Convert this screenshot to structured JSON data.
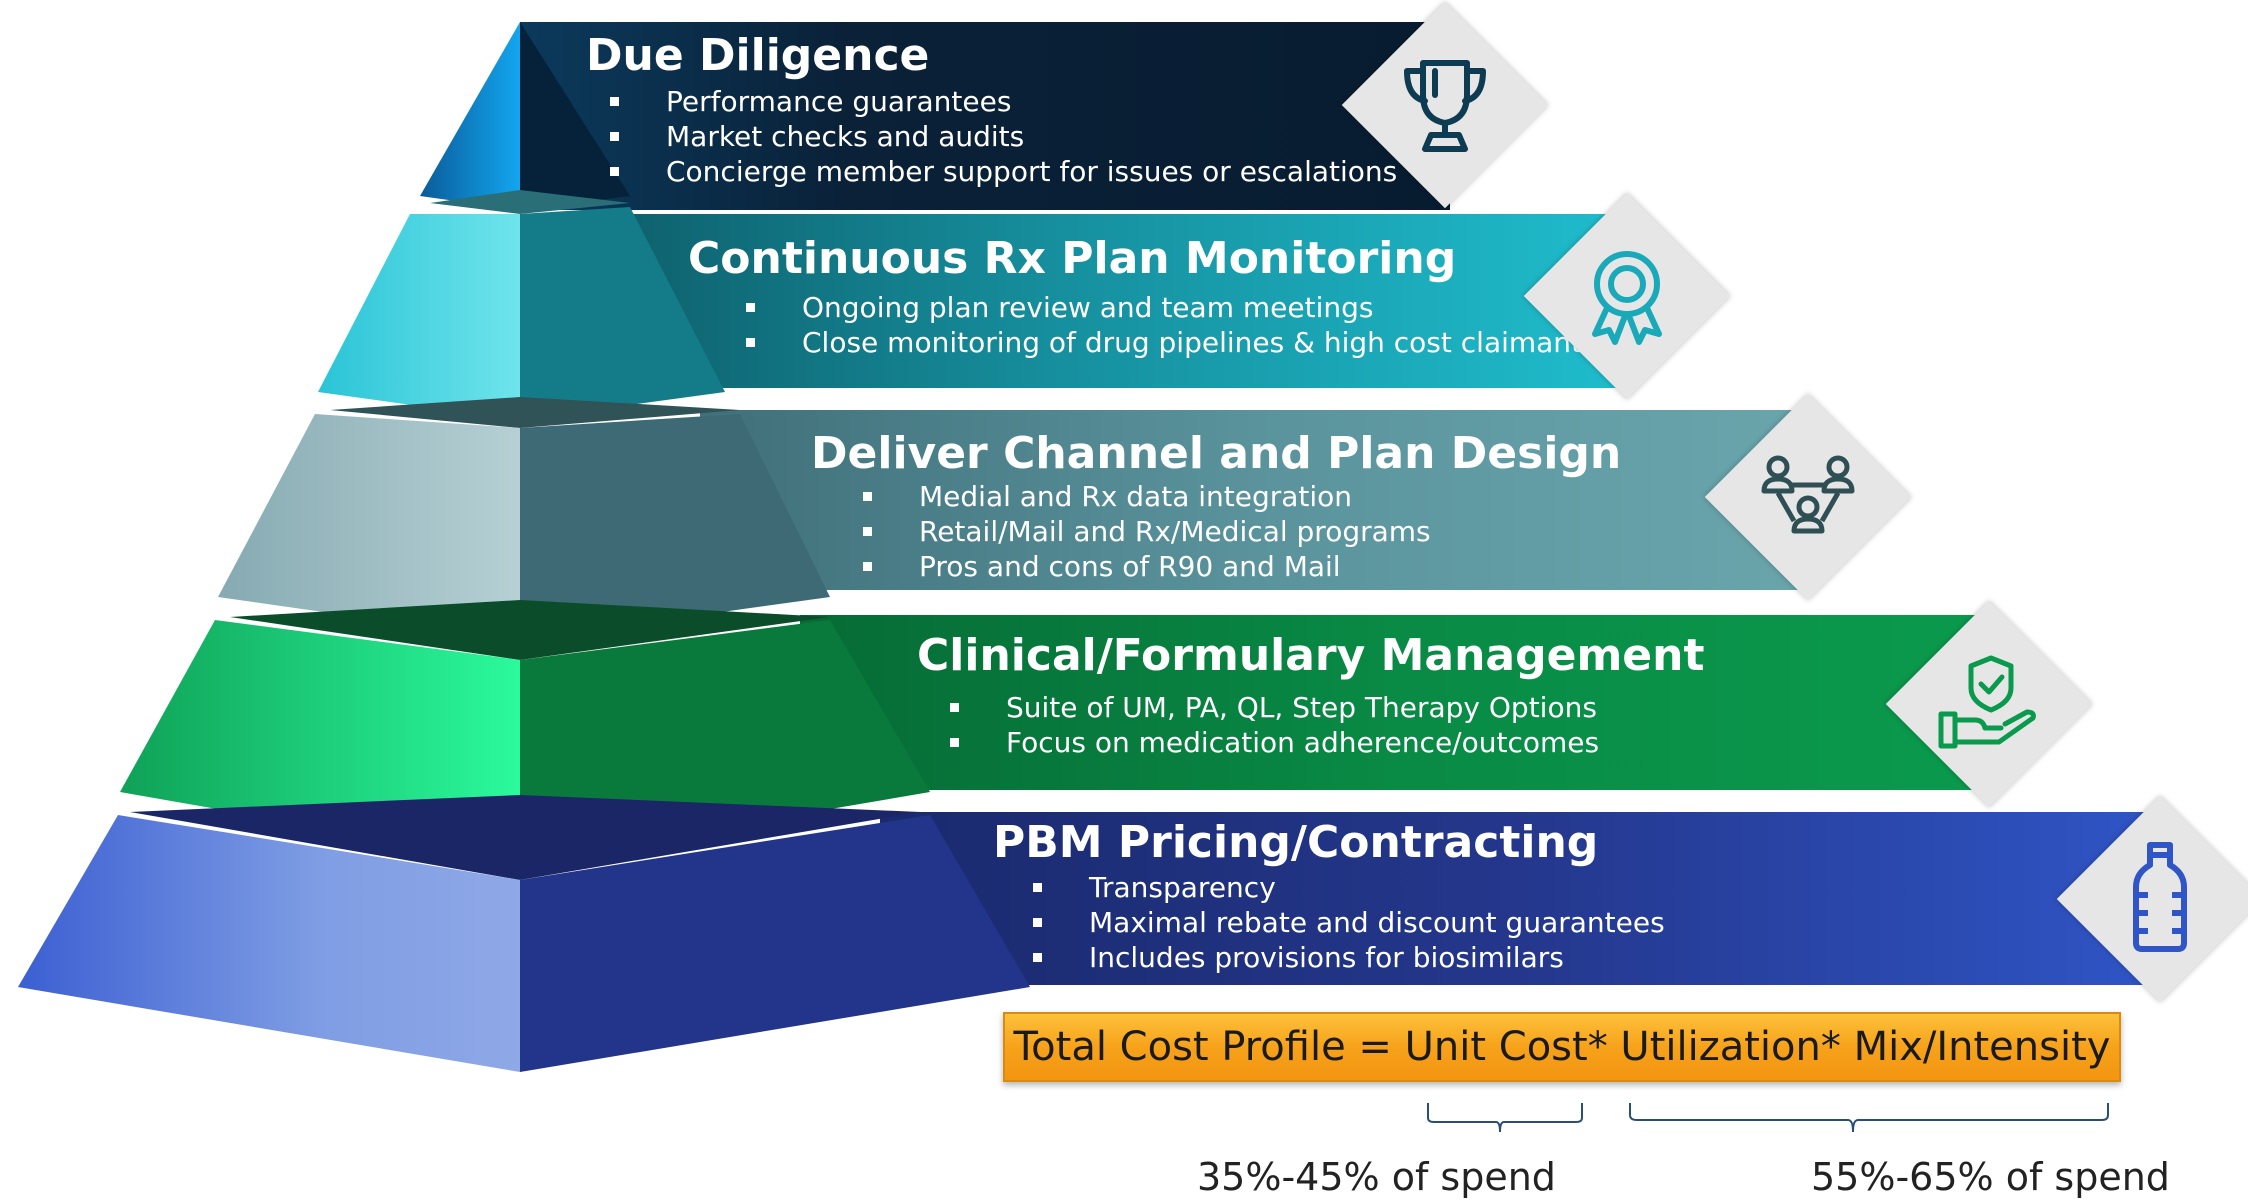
{
  "tiers": [
    {
      "title": "Due Diligence",
      "bullets": [
        "Performance guarantees",
        "Market checks and audits",
        "Concierge member support for issues or escalations"
      ],
      "icon": "trophy-icon"
    },
    {
      "title": "Continuous Rx Plan Monitoring",
      "bullets": [
        "Ongoing plan review and team meetings",
        "Close monitoring of drug pipelines & high cost claimants"
      ],
      "icon": "award-ribbon-icon"
    },
    {
      "title": "Deliver Channel and Plan Design",
      "bullets": [
        "Medial and Rx data integration",
        "Retail/Mail and Rx/Medical programs",
        "Pros and cons of R90 and Mail"
      ],
      "icon": "team-network-icon"
    },
    {
      "title": "Clinical/Formulary Management",
      "bullets": [
        "Suite of UM, PA, QL, Step Therapy Options",
        "Focus on medication adherence/outcomes"
      ],
      "icon": "hand-shield-icon"
    },
    {
      "title": "PBM Pricing/Contracting",
      "bullets": [
        "Transparency",
        "Maximal rebate and discount guarantees",
        "Includes provisions for biosimilars"
      ],
      "icon": "bottle-icon"
    }
  ],
  "formula": "Total Cost Profile = Unit Cost* Utilization* Mix/Intensity",
  "spend_left": "35%-45% of spend",
  "spend_right": "55%-65% of spend",
  "colors": {
    "tier1": "#0b2540",
    "tier2": "#1aa9b9",
    "tier3": "#5f9aa3",
    "tier4": "#08934a",
    "tier5": "#2c3f9e",
    "formula": "#f7a21b"
  }
}
